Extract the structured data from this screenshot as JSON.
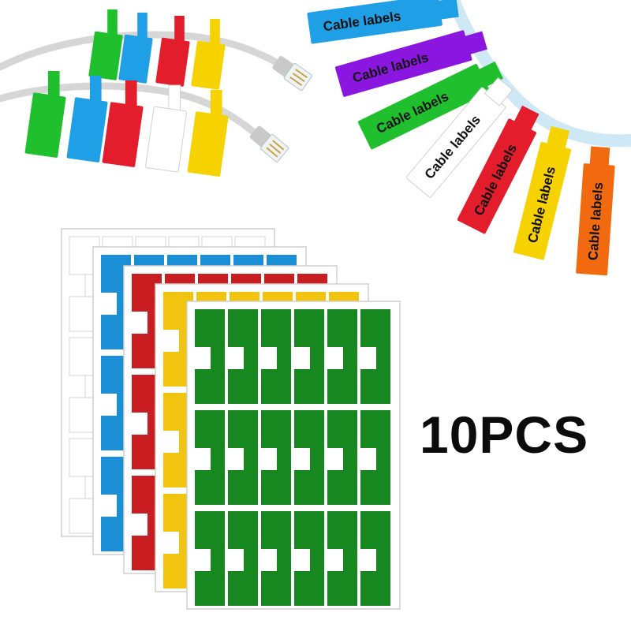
{
  "product": {
    "count_text": "10PCS",
    "label_text": "Cable labels"
  },
  "colors": {
    "green": "#1fbf2e",
    "blue": "#1fa0e6",
    "red": "#e31d2b",
    "yellow": "#f6d200",
    "white": "#ffffff",
    "purple": "#8a16e0",
    "orange": "#f26a10",
    "sheet_green": "#16881f",
    "sheet_blue": "#1b8fd6",
    "sheet_red": "#c81e22",
    "sheet_yellow": "#f1c40f",
    "cable_grey": "#d9d9d9"
  },
  "fan_labels": [
    {
      "color": "blue",
      "text": "Cable labels"
    },
    {
      "color": "purple",
      "text": "Cable labels"
    },
    {
      "color": "green",
      "text": "Cable labels"
    },
    {
      "color": "white",
      "text": "Cable labels"
    },
    {
      "color": "red",
      "text": "Cable labels"
    },
    {
      "color": "yellow",
      "text": "Cable labels"
    },
    {
      "color": "orange",
      "text": "Cable labels"
    }
  ],
  "sheets": [
    "white",
    "sheet_blue",
    "sheet_red",
    "sheet_yellow",
    "sheet_green"
  ],
  "cable_tags_top": [
    "green",
    "blue",
    "red",
    "yellow"
  ],
  "cable_tags_bottom": [
    "green",
    "blue",
    "red",
    "white",
    "yellow"
  ]
}
